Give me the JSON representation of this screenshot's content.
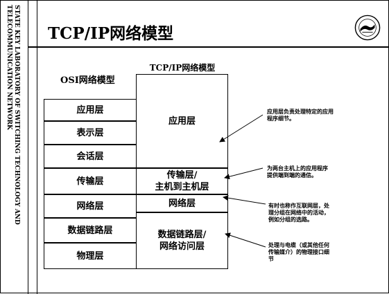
{
  "sidebar": {
    "line1": "STATE KEY LABORATORY OF SWITCHING TECHNOLOGY AND",
    "line2": "TELECOMMUNICATION NETWORK"
  },
  "title": "TCP/IP网络模型",
  "osi": {
    "heading": "OSI网络模型",
    "layers": [
      "应用层",
      "表示层",
      "会话层",
      "传输层",
      "网络层",
      "数据链路层",
      "物理层"
    ]
  },
  "tcpip": {
    "heading": "TCP/IP网络模型",
    "layers": [
      {
        "line1": "应用层",
        "line2": ""
      },
      {
        "line1": "传输层/",
        "line2": "主机到主机层"
      },
      {
        "line1": "网络层",
        "line2": ""
      },
      {
        "line1": "数据链路层/",
        "line2": "网络访问层"
      }
    ]
  },
  "notes": [
    {
      "line1": "应用层负责处理特定的应用",
      "line2": "程序细节。",
      "line3": ""
    },
    {
      "line1": "为两台主机上的应用程序",
      "line2": "提供端到端的通信。",
      "line3": ""
    },
    {
      "line1": "有时也称作互联网层，处",
      "line2": "理分组在网络中的活动，",
      "line3": "例如分组的选路。"
    },
    {
      "line1": "处理与电缆（或其他任何",
      "line2": "传输媒介）的物理接口细",
      "line3": "节"
    }
  ],
  "colors": {
    "border": "#000000",
    "background": "#ffffff"
  },
  "logo": {
    "icon": "university-seal-icon"
  }
}
